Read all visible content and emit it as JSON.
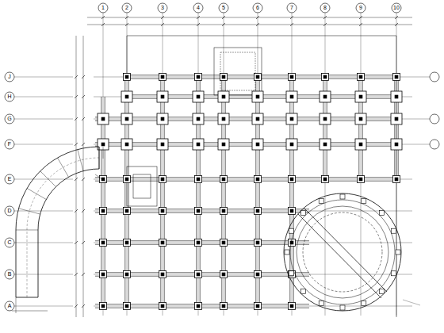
{
  "diagram": {
    "labels": [
      "1",
      "2",
      "3",
      "4",
      "5",
      "6",
      "7",
      "8",
      "9",
      "10",
      "A",
      "B",
      "C",
      "D",
      "E",
      "F",
      "G",
      "H",
      "J"
    ]
  }
}
